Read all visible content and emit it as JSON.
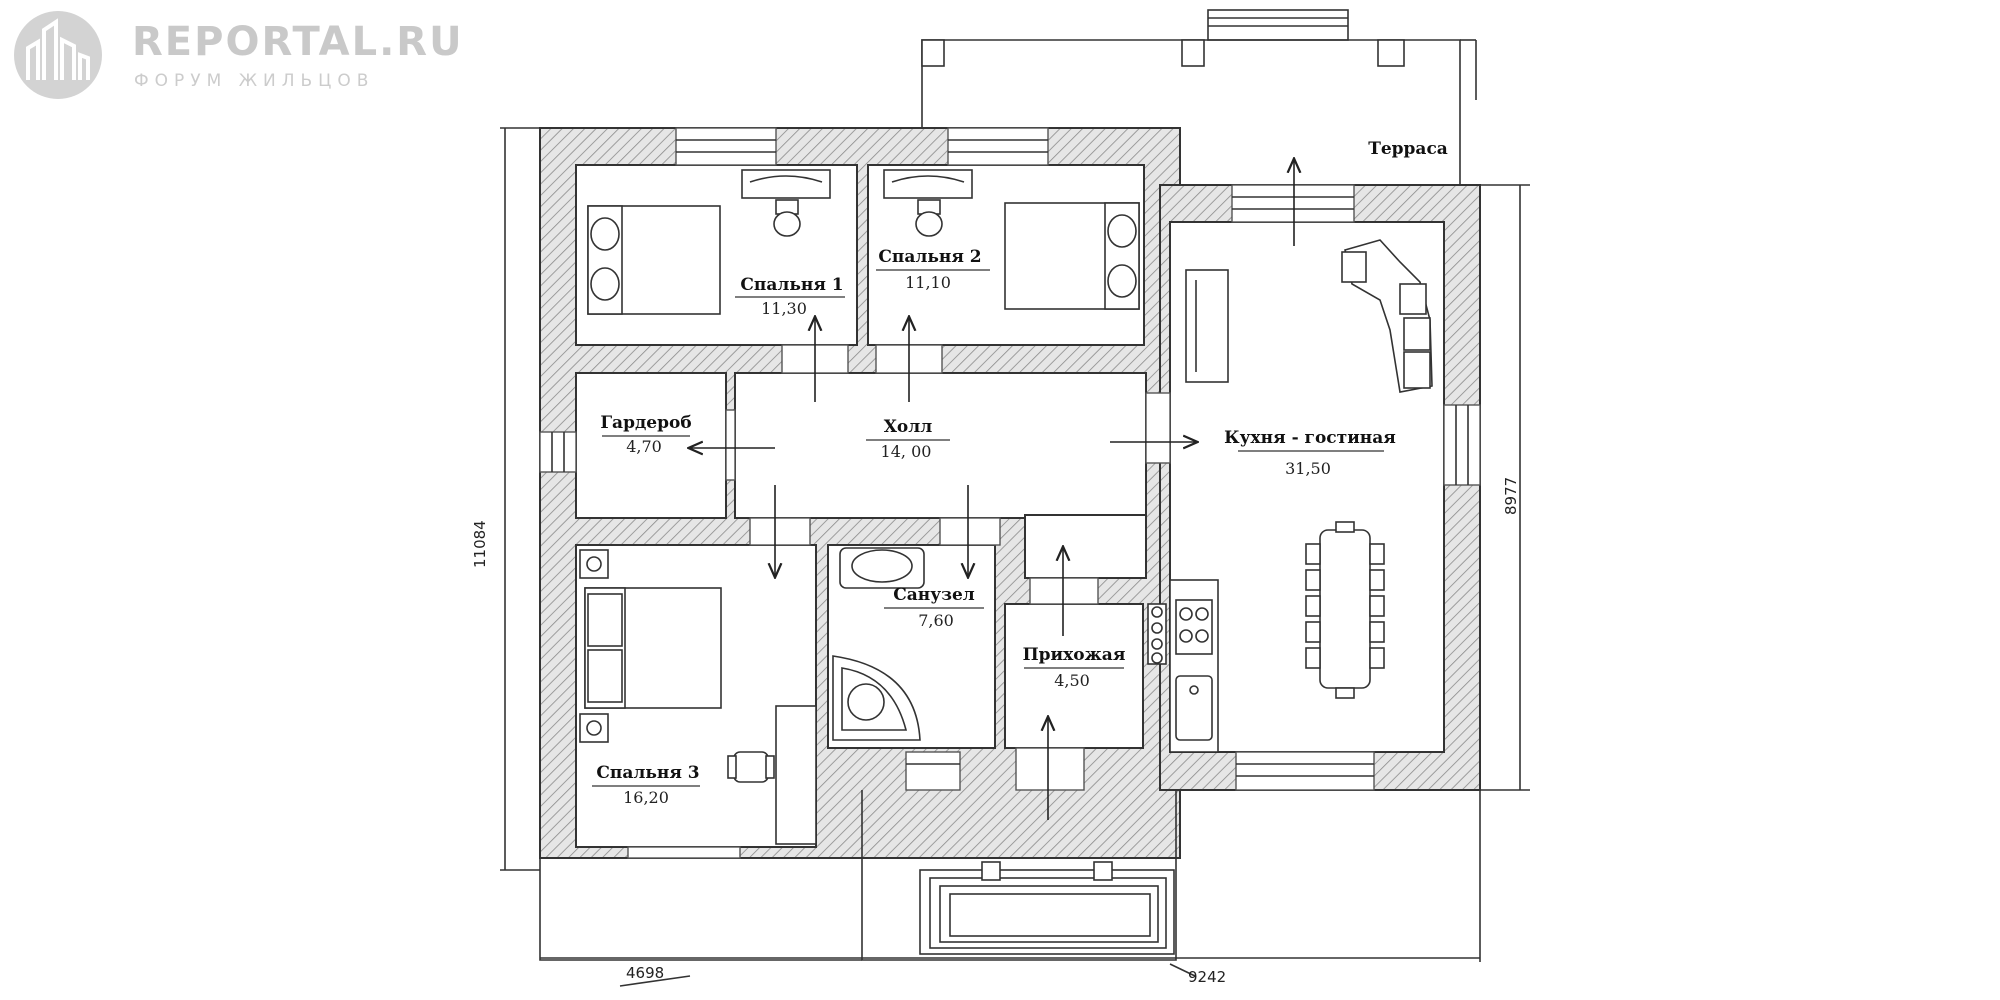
{
  "watermark": {
    "brand": "REPORTAL.RU",
    "tagline": "ФОРУМ ЖИЛЬЦОВ"
  },
  "rooms": {
    "bedroom1": {
      "name": "Спальня 1",
      "area": "11,30"
    },
    "bedroom2": {
      "name": "Спальня 2",
      "area": "11,10"
    },
    "wardrobe": {
      "name": "Гардероб",
      "area": "4,70"
    },
    "hall": {
      "name": "Холл",
      "area": "14, 00"
    },
    "kitchen": {
      "name": "Кухня - гостиная",
      "area": "31,50"
    },
    "bathroom": {
      "name": "Санузел",
      "area": "7,60"
    },
    "entrance": {
      "name": "Прихожая",
      "area": "4,50"
    },
    "bedroom3": {
      "name": "Спальня 3",
      "area": "16,20"
    },
    "terrace": {
      "name": "Терраса"
    }
  },
  "dimensions": {
    "total_height": "11084",
    "right_height": "8977",
    "left_width": "4698",
    "right_width": "9242"
  }
}
